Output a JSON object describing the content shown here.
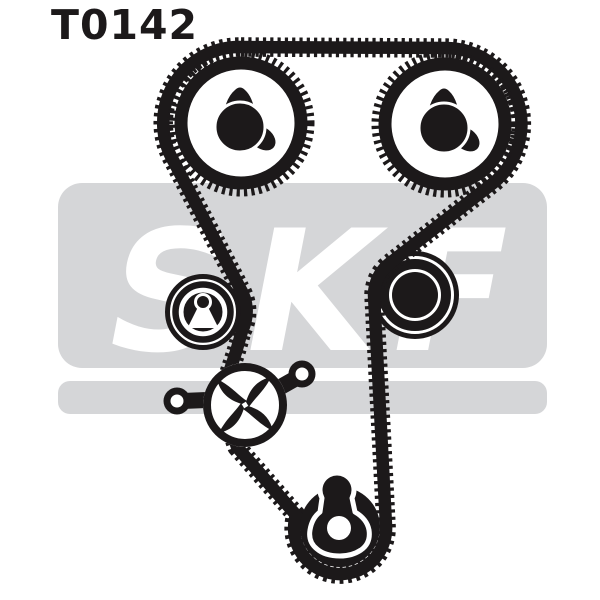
{
  "page": {
    "part_code": "T0142"
  },
  "watermark": {
    "brand": "SKF"
  },
  "colors": {
    "paper": "#ffffff",
    "ink": "#1c191a",
    "panel": "#d5d6d8",
    "panel_text": "#ffffff"
  },
  "components": {
    "belt": "timing-belt",
    "pulley_left": "camshaft-sprocket-left",
    "pulley_right": "camshaft-sprocket-right",
    "tensioner": "tensioner-pulley",
    "idler": "idler-pulley",
    "water_pump": "water-pump",
    "bottom_tensioner": "crankshaft-tensioner"
  }
}
